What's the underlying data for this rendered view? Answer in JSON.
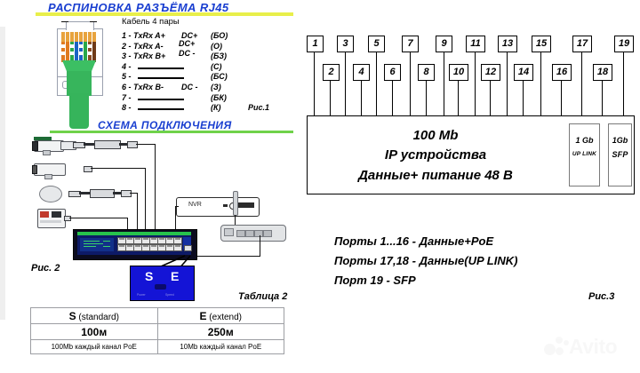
{
  "doc": {
    "type": "poe-switch-instruction-diagram",
    "language": "ru"
  },
  "section_rj45": {
    "title": "РАСПИНОВКА РАЗЪЁМА RJ45",
    "subtitle": "Кабель 4 пары",
    "figure_label": "Рис.1",
    "pins": [
      {
        "n": "1 - TxRx A+",
        "dc": "DC+",
        "color": "(БО)",
        "dash": false
      },
      {
        "n": "2 - TxRx A-",
        "dc": "DC+",
        "color": "(О)",
        "dash": false
      },
      {
        "n": "3 - TxRx B+",
        "dc": "DC -",
        "color": "(БЗ)",
        "dash": false
      },
      {
        "n": "4 -",
        "dc": "",
        "color": "(С)",
        "dash": true
      },
      {
        "n": "5 -",
        "dc": "",
        "color": "(БС)",
        "dash": true
      },
      {
        "n": "6 - TxRx B-",
        "dc": "DC -",
        "color": "(З)",
        "dash": false
      },
      {
        "n": "7 -",
        "dc": "",
        "color": "(БК)",
        "dash": true
      },
      {
        "n": "8 -",
        "dc": "",
        "color": "(К)",
        "dash": true
      }
    ],
    "wire_colors": [
      {
        "pin": 1,
        "name": "white-orange",
        "hex": "#e07a1f",
        "striped": true
      },
      {
        "pin": 2,
        "name": "orange",
        "hex": "#e07a1f",
        "striped": false
      },
      {
        "pin": 3,
        "name": "white-green",
        "hex": "#2aa84a",
        "striped": true
      },
      {
        "pin": 4,
        "name": "blue",
        "hex": "#1b63c4",
        "striped": false
      },
      {
        "pin": 5,
        "name": "white-blue",
        "hex": "#1b63c4",
        "striped": true
      },
      {
        "pin": 6,
        "name": "green",
        "hex": "#2aa84a",
        "striped": false
      },
      {
        "pin": 7,
        "name": "white-brown",
        "hex": "#8a4b22",
        "striped": true
      },
      {
        "pin": 8,
        "name": "brown",
        "hex": "#6e3a18",
        "striped": false
      }
    ]
  },
  "section_scheme": {
    "title": "СХЕМА ПОДКЛЮЧЕНИЯ",
    "figure_label": "Рис. 2",
    "devices": {
      "nvr_label": "NVR",
      "se_box": {
        "mode_s": "S",
        "mode_e": "E",
        "small_left": "Power",
        "small_right": "Speed"
      }
    }
  },
  "table2": {
    "caption": "Таблица 2",
    "headers": [
      {
        "mode": "S",
        "note": "(standard)"
      },
      {
        "mode": "E",
        "note": "(extend)"
      }
    ],
    "distance": [
      "100м",
      "250м"
    ],
    "bandwidth": [
      "100Mb каждый канал PoE",
      "10Mb  каждый канал PoE"
    ]
  },
  "section_ports": {
    "figure_label": "Рис.3",
    "port_numbers": [
      "1",
      "2",
      "3",
      "4",
      "5",
      "6",
      "7",
      "8",
      "9",
      "10",
      "11",
      "12",
      "13",
      "14",
      "15",
      "16",
      "17",
      "18",
      "19"
    ],
    "main_box": {
      "line1": "100 Mb",
      "line2": "IP устройства",
      "line3": "Данные+ питание 48 В"
    },
    "uplink_box": {
      "line1": "1 Gb",
      "line2": "UP LINK"
    },
    "sfp_box": {
      "line1": "1Gb",
      "line2": "SFP"
    },
    "legend": [
      "Порты 1...16 - Данные+PoE",
      "Порты 17,18 - Данные(UP LINK)",
      "Порт 19 - SFP"
    ]
  },
  "watermark": {
    "text": "Avito"
  },
  "colors": {
    "header_blue": "#1a3fd0",
    "header_rule_yellow": "#e8ef4a",
    "header_rule_green": "#6fd24a",
    "switch_navy": "#0d1a66",
    "se_blue": "#1414d6",
    "cable_green": "#36b45b"
  }
}
